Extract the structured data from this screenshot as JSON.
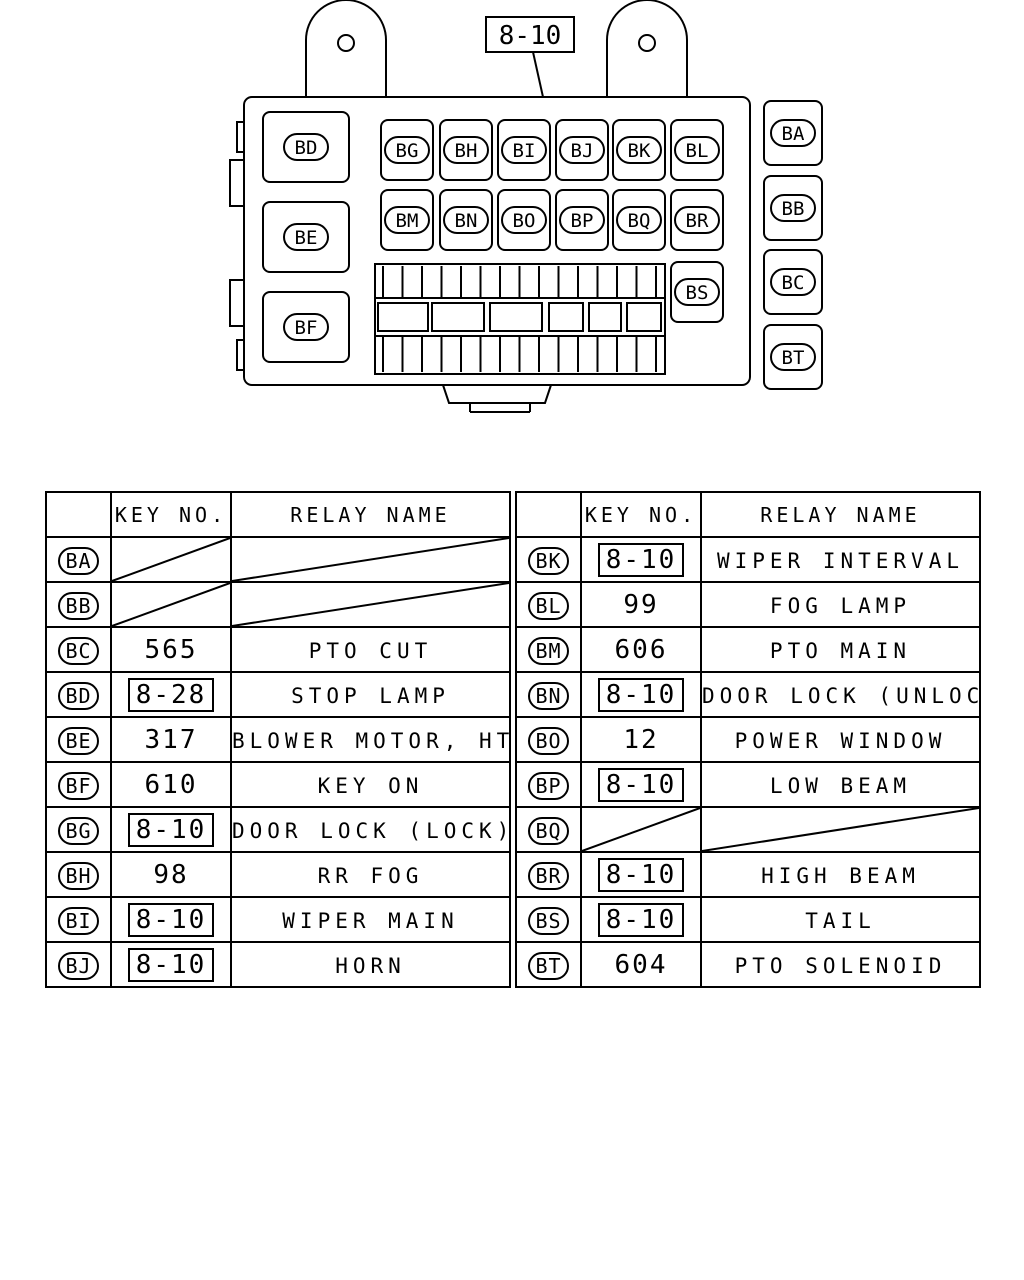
{
  "diagram": {
    "ref_label": "8-10",
    "relay_slots": [
      "BD",
      "BE",
      "BF",
      "BG",
      "BH",
      "BI",
      "BJ",
      "BK",
      "BL",
      "BM",
      "BN",
      "BO",
      "BP",
      "BQ",
      "BR",
      "BS"
    ],
    "side_slots": [
      "BA",
      "BB",
      "BC",
      "BT"
    ]
  },
  "table": {
    "headers": {
      "key_no": "KEY NO.",
      "relay_name": "RELAY NAME"
    },
    "left_rows": [
      {
        "code": "BA",
        "key": "",
        "name": "",
        "empty": true
      },
      {
        "code": "BB",
        "key": "",
        "name": "",
        "empty": true
      },
      {
        "code": "BC",
        "key": "565",
        "boxed": false,
        "name": "PTO CUT"
      },
      {
        "code": "BD",
        "key": "8-28",
        "boxed": true,
        "name": "STOP LAMP"
      },
      {
        "code": "BE",
        "key": "317",
        "boxed": false,
        "name": "BLOWER MOTOR, HTR"
      },
      {
        "code": "BF",
        "key": "610",
        "boxed": false,
        "name": "KEY ON"
      },
      {
        "code": "BG",
        "key": "8-10",
        "boxed": true,
        "name": "DOOR LOCK (LOCK)"
      },
      {
        "code": "BH",
        "key": "98",
        "boxed": false,
        "name": "RR FOG"
      },
      {
        "code": "BI",
        "key": "8-10",
        "boxed": true,
        "name": "WIPER MAIN"
      },
      {
        "code": "BJ",
        "key": "8-10",
        "boxed": true,
        "name": "HORN"
      }
    ],
    "right_rows": [
      {
        "code": "BK",
        "key": "8-10",
        "boxed": true,
        "name": "WIPER INTERVAL"
      },
      {
        "code": "BL",
        "key": "99",
        "boxed": false,
        "name": "FOG LAMP"
      },
      {
        "code": "BM",
        "key": "606",
        "boxed": false,
        "name": "PTO MAIN"
      },
      {
        "code": "BN",
        "key": "8-10",
        "boxed": true,
        "name": "DOOR LOCK (UNLOCK)"
      },
      {
        "code": "BO",
        "key": "12",
        "boxed": false,
        "name": "POWER WINDOW"
      },
      {
        "code": "BP",
        "key": "8-10",
        "boxed": true,
        "name": "LOW BEAM"
      },
      {
        "code": "BQ",
        "key": "",
        "name": "",
        "empty": true
      },
      {
        "code": "BR",
        "key": "8-10",
        "boxed": true,
        "name": "HIGH BEAM"
      },
      {
        "code": "BS",
        "key": "8-10",
        "boxed": true,
        "name": "TAIL"
      },
      {
        "code": "BT",
        "key": "604",
        "boxed": false,
        "name": "PTO SOLENOID"
      }
    ]
  }
}
